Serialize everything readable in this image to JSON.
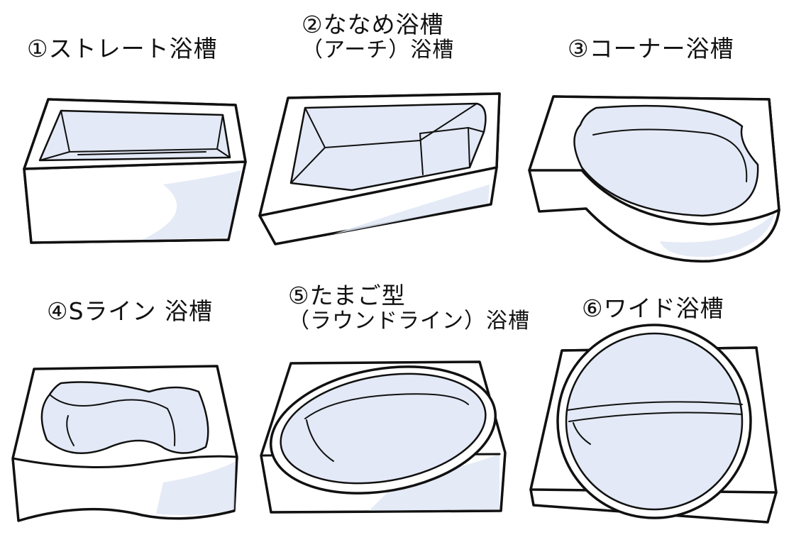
{
  "bathtubs": [
    {
      "id": "straight",
      "line1": "①ストレート浴槽",
      "line2": ""
    },
    {
      "id": "diagonal",
      "line1": "②ななめ浴槽",
      "line2": "（アーチ）浴槽"
    },
    {
      "id": "corner",
      "line1": "③コーナー浴槽",
      "line2": ""
    },
    {
      "id": "s-line",
      "line1": "④Sライン 浴槽",
      "line2": ""
    },
    {
      "id": "egg",
      "line1": "⑤たまご型",
      "line2": "（ラウンドライン）浴槽"
    },
    {
      "id": "wide",
      "line1": "⑥ワイド浴槽",
      "line2": ""
    }
  ],
  "colors": {
    "ink": "#111111",
    "water": "#e3e9f6",
    "shade": "#dfe6f4",
    "background": "#ffffff"
  }
}
